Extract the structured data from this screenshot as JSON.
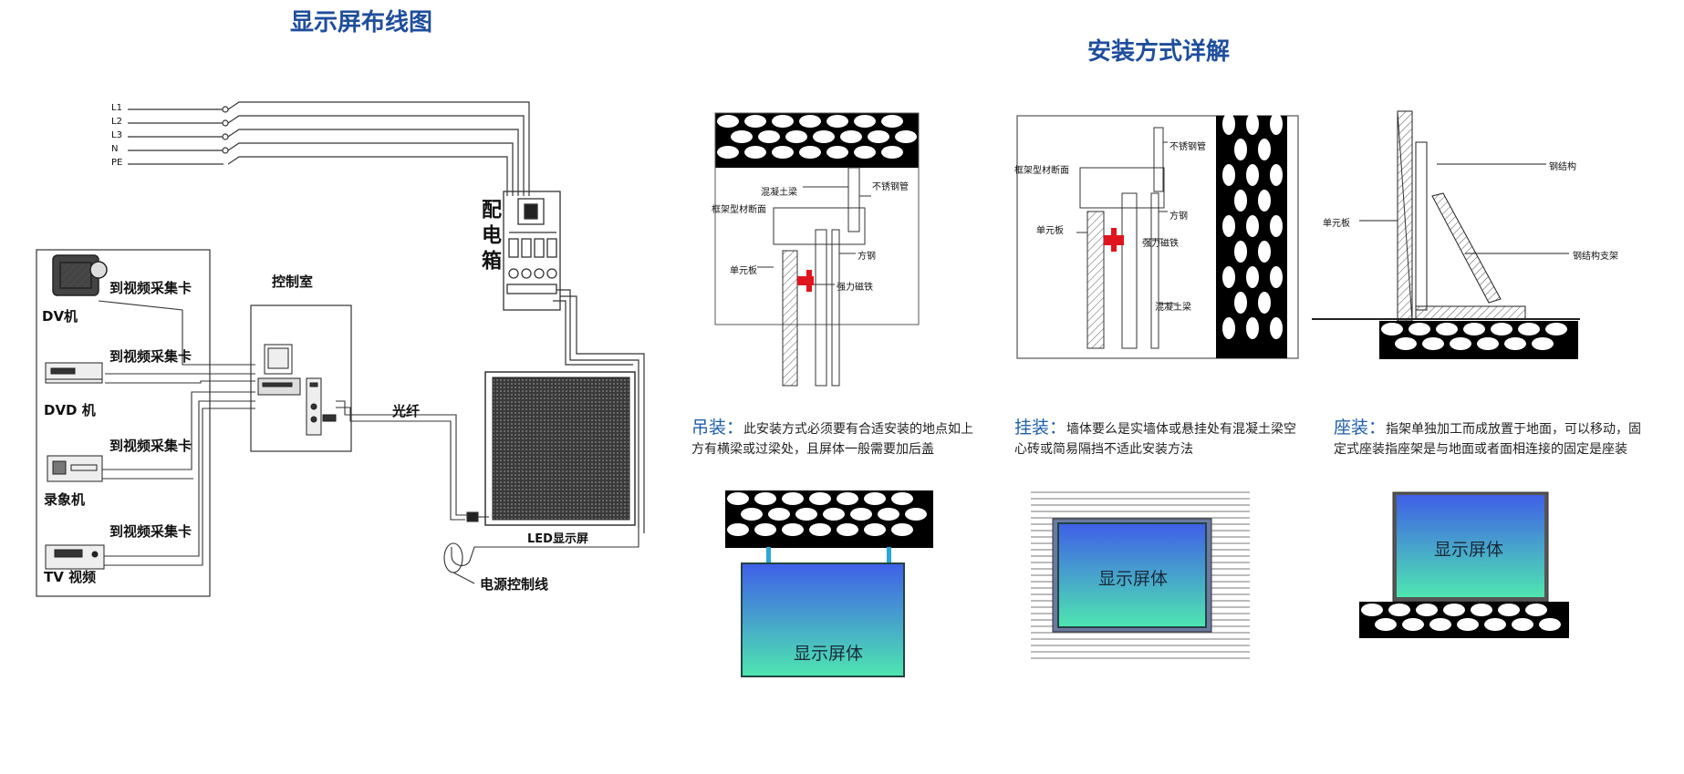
{
  "wiring": {
    "title": "显示屏布线图",
    "phase_labels": [
      "L1",
      "L2",
      "L3",
      "N",
      "PE"
    ],
    "capture_card": "到视频采集卡",
    "devices": [
      "DV机",
      "DVD 机",
      "录象机",
      "TV 视频"
    ],
    "control_room": "控制室",
    "distribution_box": "配电箱",
    "fiber": "光纤",
    "led_screen": "LED显示屏",
    "power_control_line": "电源控制线"
  },
  "install": {
    "title": "安装方式详解",
    "hang": {
      "labels": {
        "concrete_beam": "混凝土梁",
        "stainless_tube": "不锈钢管",
        "frame_section": "框架型材断面",
        "square_steel": "方钢",
        "unit_board": "单元板",
        "magnet": "强力磁铁"
      },
      "head": "吊装：",
      "text": "此安装方式必须要有合适安装的地点如上方有横梁或过梁处，且屏体一般需要加后盖",
      "screen": "显示屏体"
    },
    "wall": {
      "labels": {
        "stainless_tube": "不锈钢管",
        "frame_section": "框架型材断面",
        "square_steel": "方钢",
        "unit_board": "单元板",
        "magnet": "强力磁铁",
        "concrete_wall": "混凝土梁"
      },
      "head": "挂装：",
      "text": "墙体要么是实墙体或悬挂处有混凝土梁空心砖或简易隔挡不适此安装方法",
      "screen": "显示屏体"
    },
    "seat": {
      "labels": {
        "steel_structure": "钢结构",
        "unit_board": "单元板",
        "steel_support": "钢结构支架"
      },
      "head": "座装：",
      "text": "指架单独加工而成放置于地面，可以移动，固定式座装指座架是与地面或者面相连接的固定是座装",
      "screen": "显示屏体"
    }
  },
  "colors": {
    "title": "#1f4e9c",
    "desc_head": "#1f5fa8",
    "magnet": "#e0141e",
    "screen_top": "#3f5fe8",
    "screen_bottom": "#4ee6b0",
    "bracket": "#2aa7d8"
  }
}
